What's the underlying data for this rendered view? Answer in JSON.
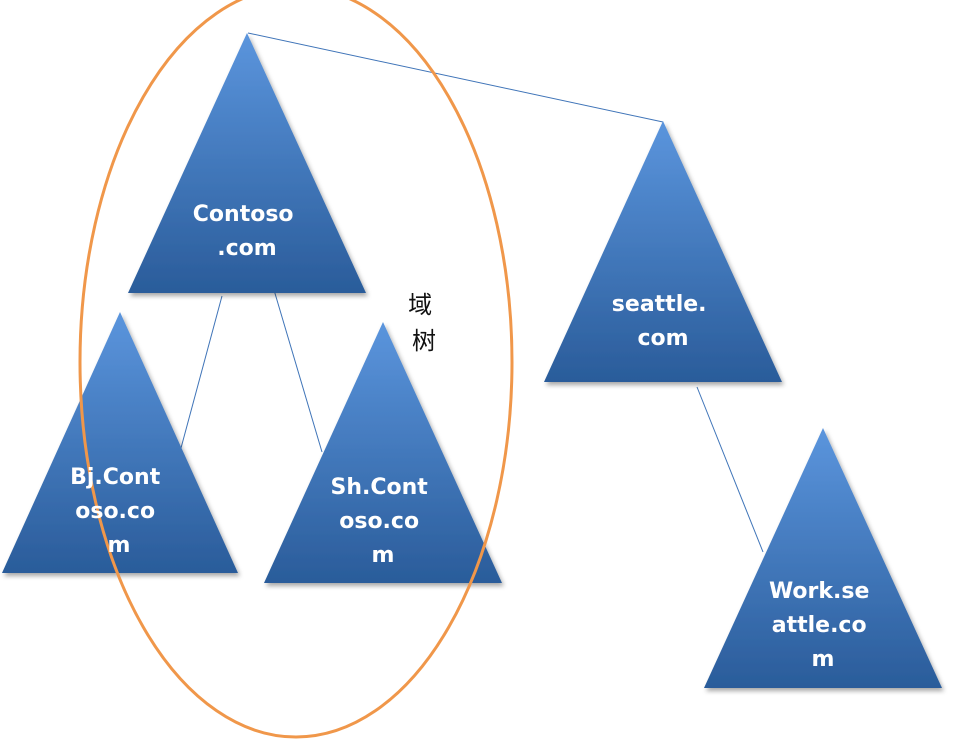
{
  "colors": {
    "triangle_top": "#5b95dd",
    "triangle_bottom": "#2a5c9a",
    "connector": "#3f74b8",
    "ellipse": "#f0974a",
    "label_text": "#ffffff"
  },
  "nodes": {
    "contoso": {
      "lines": [
        "Contoso",
        ".com"
      ]
    },
    "bj": {
      "lines": [
        "Bj.Cont",
        "oso.co",
        "m"
      ]
    },
    "sh": {
      "lines": [
        "Sh.Cont",
        "oso.co",
        "m"
      ]
    },
    "seattle": {
      "lines": [
        "seattle.",
        "com"
      ]
    },
    "work": {
      "lines": [
        "Work.se",
        "attle.co",
        "m"
      ]
    }
  },
  "tree_label": {
    "lines": [
      "域",
      "树"
    ]
  }
}
